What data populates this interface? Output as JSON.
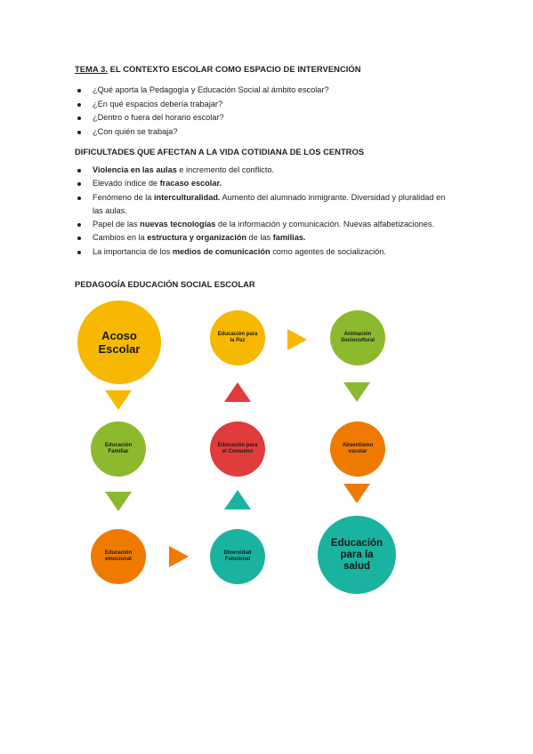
{
  "header": {
    "tema": "TEMA 3.",
    "title": " EL CONTEXTO ESCOLAR COMO ESPACIO DE INTERVENCIÓN"
  },
  "questions": [
    "¿Qué aporta la Pedagogía y Educación Social al ámbito escolar?",
    "¿En qué espacios debería trabajar?",
    "¿Dentro o fuera del horario escolar?",
    "¿Con quién se trabaja?"
  ],
  "section2": {
    "heading": "DIFICULTADES QUE AFECTAN A LA VIDA COTIDIANA DE LOS CENTROS",
    "items": [
      {
        "b1": "Violencia en las aulas",
        "t1": " e incremento del conflicto."
      },
      {
        "t0": "Elevado índice de ",
        "b1": "fracaso escolar."
      },
      {
        "t0": "Fenómeno de la ",
        "b1": "interculturalidad.",
        "t1": " Aumento del alumnado inmigrante. Diversidad y pluralidad en las aulas."
      },
      {
        "t0": "Papel de las ",
        "b1": "nuevas tecnologías",
        "t1": " de la información y comunicación. Nuevas alfabetizaciones."
      },
      {
        "t0": "Cambios en la ",
        "b1": "estructura y organización",
        "t1": " de las ",
        "b2": "familias."
      },
      {
        "t0": "La importancia de los ",
        "b1": "medios de comunicación",
        "t1": " como agentes de socialización."
      }
    ]
  },
  "section3": {
    "heading": "PEDAGOGÍA EDUCACIÓN SOCIAL ESCOLAR"
  },
  "diagram": {
    "colors": {
      "orange_yellow": "#f6b800",
      "green": "#8db92e",
      "red": "#e03c3c",
      "orange": "#ef7a00",
      "teal": "#1ab39f"
    },
    "nodes": {
      "acoso": "Acoso Escolar",
      "paz": "Educación para la Paz",
      "animacion": "Animación Sociocultural",
      "familiar": "Educación Familiar",
      "consumo": "Educación para el Consumo",
      "absentismo": "Absentismo escolar",
      "emocional": "Educación emocional",
      "diversidad": "Diversidad Funcional",
      "salud": "Educación para la salud"
    }
  }
}
